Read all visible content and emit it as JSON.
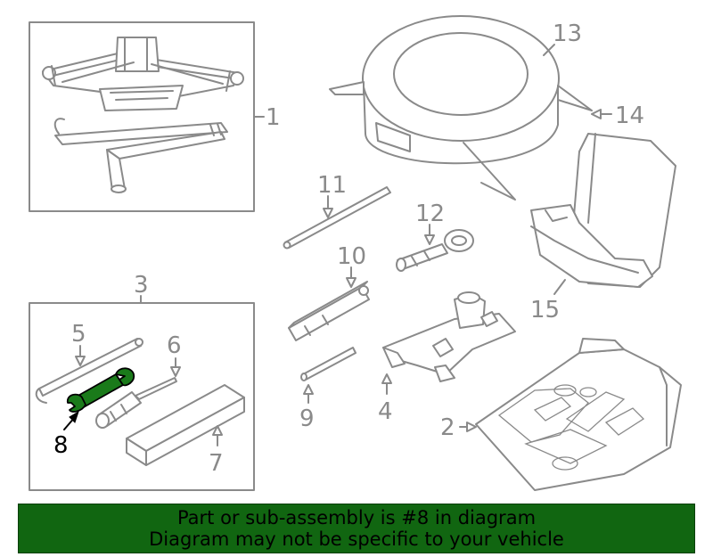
{
  "callouts": [
    {
      "number": "1"
    },
    {
      "number": "2"
    },
    {
      "number": "3"
    },
    {
      "number": "4"
    },
    {
      "number": "5"
    },
    {
      "number": "6"
    },
    {
      "number": "7"
    },
    {
      "number": "8"
    },
    {
      "number": "9"
    },
    {
      "number": "10"
    },
    {
      "number": "11"
    },
    {
      "number": "12"
    },
    {
      "number": "13"
    },
    {
      "number": "14"
    },
    {
      "number": "15"
    }
  ],
  "highlighted_part": "8",
  "colors": {
    "line": "#8a8a8a",
    "highlight_part": "#1a7a1a",
    "banner_background": "#116611",
    "banner_text": "#000000"
  },
  "banner": {
    "line1": "Part or sub-assembly is #8 in diagram",
    "line2": "Diagram may not be specific to your vehicle"
  }
}
